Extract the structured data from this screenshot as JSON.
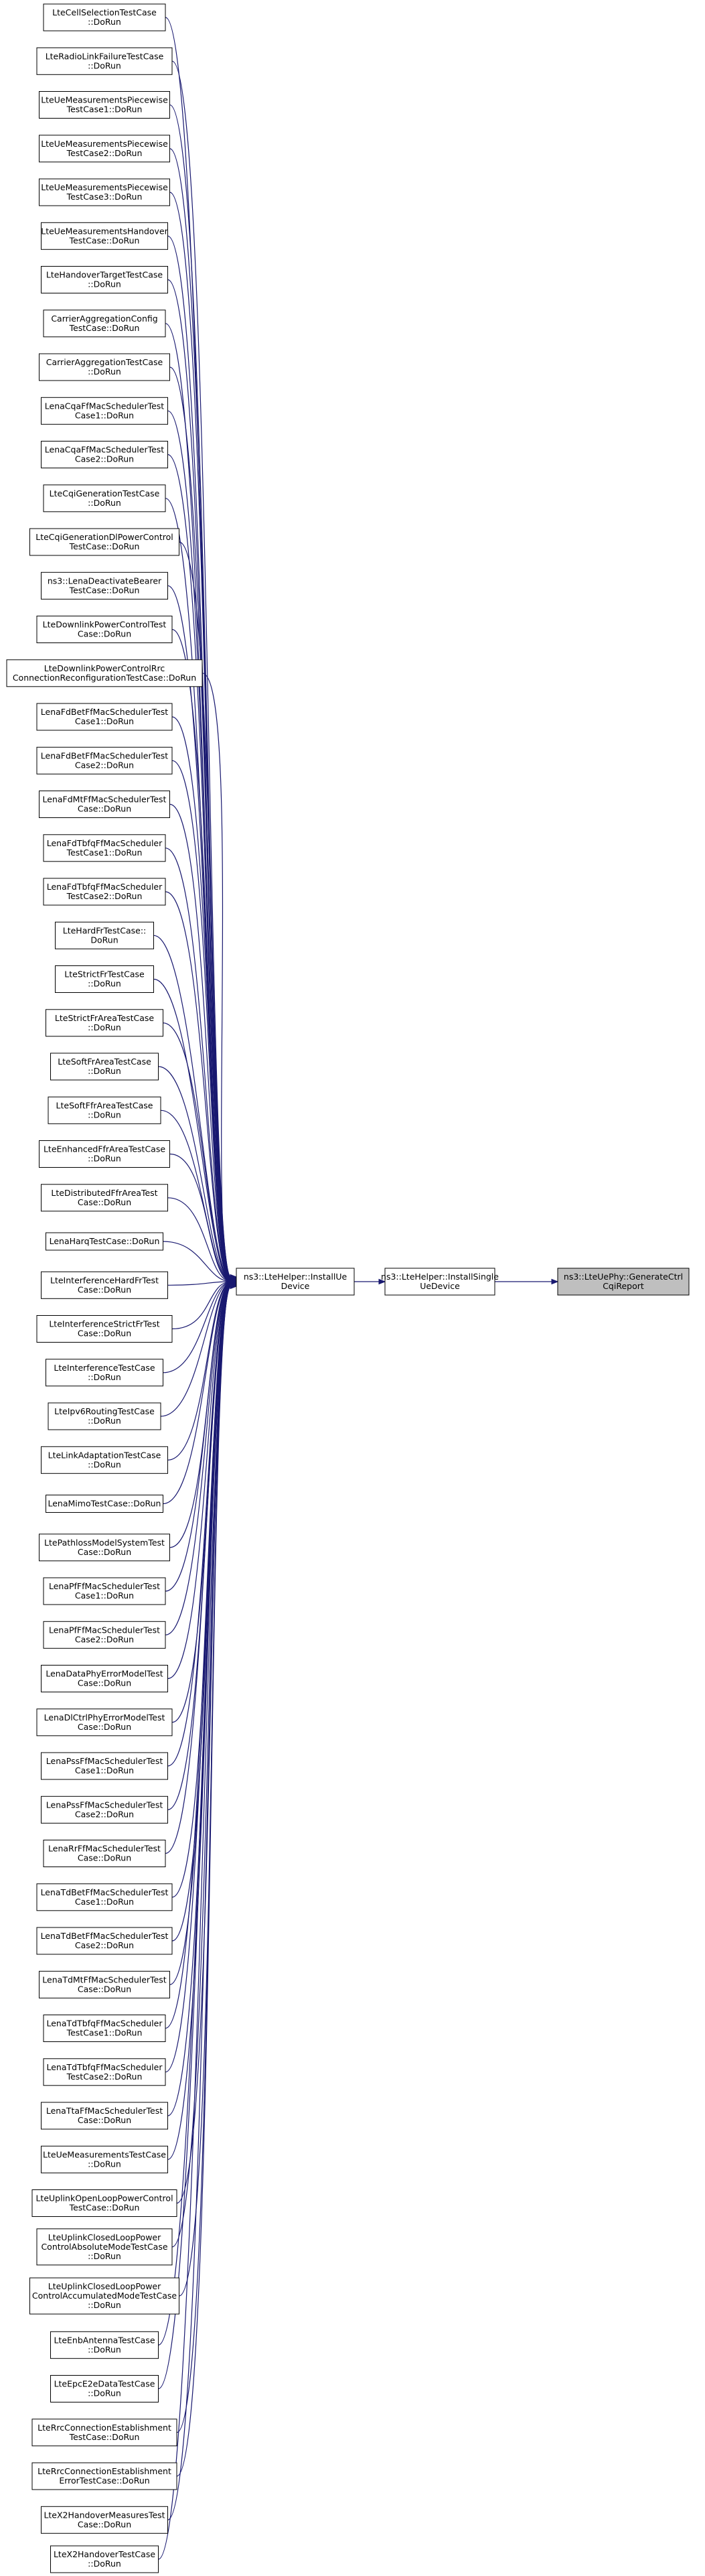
{
  "target": {
    "lines": [
      "ns3::LteUePhy::GenerateCtrl",
      "CqiReport"
    ]
  },
  "install_single": {
    "lines": [
      "ns3::LteHelper::InstallSingle",
      "UeDevice"
    ]
  },
  "install_ue": {
    "lines": [
      "ns3::LteHelper::InstallUe",
      "Device"
    ]
  },
  "callers": [
    {
      "lines": [
        "LteCellSelectionTestCase",
        "::DoRun"
      ]
    },
    {
      "lines": [
        "LteRadioLinkFailureTestCase",
        "::DoRun"
      ]
    },
    {
      "lines": [
        "LteUeMeasurementsPiecewise",
        "TestCase1::DoRun"
      ]
    },
    {
      "lines": [
        "LteUeMeasurementsPiecewise",
        "TestCase2::DoRun"
      ]
    },
    {
      "lines": [
        "LteUeMeasurementsPiecewise",
        "TestCase3::DoRun"
      ]
    },
    {
      "lines": [
        "LteUeMeasurementsHandover",
        "TestCase::DoRun"
      ]
    },
    {
      "lines": [
        "LteHandoverTargetTestCase",
        "::DoRun"
      ]
    },
    {
      "lines": [
        "CarrierAggregationConfig",
        "TestCase::DoRun"
      ]
    },
    {
      "lines": [
        "CarrierAggregationTestCase",
        "::DoRun"
      ]
    },
    {
      "lines": [
        "LenaCqaFfMacSchedulerTest",
        "Case1::DoRun"
      ]
    },
    {
      "lines": [
        "LenaCqaFfMacSchedulerTest",
        "Case2::DoRun"
      ]
    },
    {
      "lines": [
        "LteCqiGenerationTestCase",
        "::DoRun"
      ]
    },
    {
      "lines": [
        "LteCqiGenerationDlPowerControl",
        "TestCase::DoRun"
      ]
    },
    {
      "lines": [
        "ns3::LenaDeactivateBearer",
        "TestCase::DoRun"
      ]
    },
    {
      "lines": [
        "LteDownlinkPowerControlTest",
        "Case::DoRun"
      ]
    },
    {
      "lines": [
        "LteDownlinkPowerControlRrc",
        "ConnectionReconfigurationTestCase::DoRun"
      ]
    },
    {
      "lines": [
        "LenaFdBetFfMacSchedulerTest",
        "Case1::DoRun"
      ]
    },
    {
      "lines": [
        "LenaFdBetFfMacSchedulerTest",
        "Case2::DoRun"
      ]
    },
    {
      "lines": [
        "LenaFdMtFfMacSchedulerTest",
        "Case::DoRun"
      ]
    },
    {
      "lines": [
        "LenaFdTbfqFfMacScheduler",
        "TestCase1::DoRun"
      ]
    },
    {
      "lines": [
        "LenaFdTbfqFfMacScheduler",
        "TestCase2::DoRun"
      ]
    },
    {
      "lines": [
        "LteHardFrTestCase::",
        "DoRun"
      ]
    },
    {
      "lines": [
        "LteStrictFrTestCase",
        "::DoRun"
      ]
    },
    {
      "lines": [
        "LteStrictFrAreaTestCase",
        "::DoRun"
      ]
    },
    {
      "lines": [
        "LteSoftFrAreaTestCase",
        "::DoRun"
      ]
    },
    {
      "lines": [
        "LteSoftFfrAreaTestCase",
        "::DoRun"
      ]
    },
    {
      "lines": [
        "LteEnhancedFfrAreaTestCase",
        "::DoRun"
      ]
    },
    {
      "lines": [
        "LteDistributedFfrAreaTest",
        "Case::DoRun"
      ]
    },
    {
      "lines": [
        "LenaHarqTestCase::DoRun"
      ]
    },
    {
      "lines": [
        "LteInterferenceHardFrTest",
        "Case::DoRun"
      ]
    },
    {
      "lines": [
        "LteInterferenceStrictFrTest",
        "Case::DoRun"
      ]
    },
    {
      "lines": [
        "LteInterferenceTestCase",
        "::DoRun"
      ]
    },
    {
      "lines": [
        "LteIpv6RoutingTestCase",
        "::DoRun"
      ]
    },
    {
      "lines": [
        "LteLinkAdaptationTestCase",
        "::DoRun"
      ]
    },
    {
      "lines": [
        "LenaMimoTestCase::DoRun"
      ]
    },
    {
      "lines": [
        "LtePathlossModelSystemTest",
        "Case::DoRun"
      ]
    },
    {
      "lines": [
        "LenaPfFfMacSchedulerTest",
        "Case1::DoRun"
      ]
    },
    {
      "lines": [
        "LenaPfFfMacSchedulerTest",
        "Case2::DoRun"
      ]
    },
    {
      "lines": [
        "LenaDataPhyErrorModelTest",
        "Case::DoRun"
      ]
    },
    {
      "lines": [
        "LenaDlCtrlPhyErrorModelTest",
        "Case::DoRun"
      ]
    },
    {
      "lines": [
        "LenaPssFfMacSchedulerTest",
        "Case1::DoRun"
      ]
    },
    {
      "lines": [
        "LenaPssFfMacSchedulerTest",
        "Case2::DoRun"
      ]
    },
    {
      "lines": [
        "LenaRrFfMacSchedulerTest",
        "Case::DoRun"
      ]
    },
    {
      "lines": [
        "LenaTdBetFfMacSchedulerTest",
        "Case1::DoRun"
      ]
    },
    {
      "lines": [
        "LenaTdBetFfMacSchedulerTest",
        "Case2::DoRun"
      ]
    },
    {
      "lines": [
        "LenaTdMtFfMacSchedulerTest",
        "Case::DoRun"
      ]
    },
    {
      "lines": [
        "LenaTdTbfqFfMacScheduler",
        "TestCase1::DoRun"
      ]
    },
    {
      "lines": [
        "LenaTdTbfqFfMacScheduler",
        "TestCase2::DoRun"
      ]
    },
    {
      "lines": [
        "LenaTtaFfMacSchedulerTest",
        "Case::DoRun"
      ]
    },
    {
      "lines": [
        "LteUeMeasurementsTestCase",
        "::DoRun"
      ]
    },
    {
      "lines": [
        "LteUplinkOpenLoopPowerControl",
        "TestCase::DoRun"
      ]
    },
    {
      "lines": [
        "LteUplinkClosedLoopPower",
        "ControlAbsoluteModeTestCase",
        "::DoRun"
      ]
    },
    {
      "lines": [
        "LteUplinkClosedLoopPower",
        "ControlAccumulatedModeTestCase",
        "::DoRun"
      ]
    },
    {
      "lines": [
        "LteEnbAntennaTestCase",
        "::DoRun"
      ]
    },
    {
      "lines": [
        "LteEpcE2eDataTestCase",
        "::DoRun"
      ]
    },
    {
      "lines": [
        "LteRrcConnectionEstablishment",
        "TestCase::DoRun"
      ]
    },
    {
      "lines": [
        "LteRrcConnectionEstablishment",
        "ErrorTestCase::DoRun"
      ]
    },
    {
      "lines": [
        "LteX2HandoverMeasuresTest",
        "Case::DoRun"
      ]
    },
    {
      "lines": [
        "LteX2HandoverTestCase",
        "::DoRun"
      ]
    }
  ]
}
